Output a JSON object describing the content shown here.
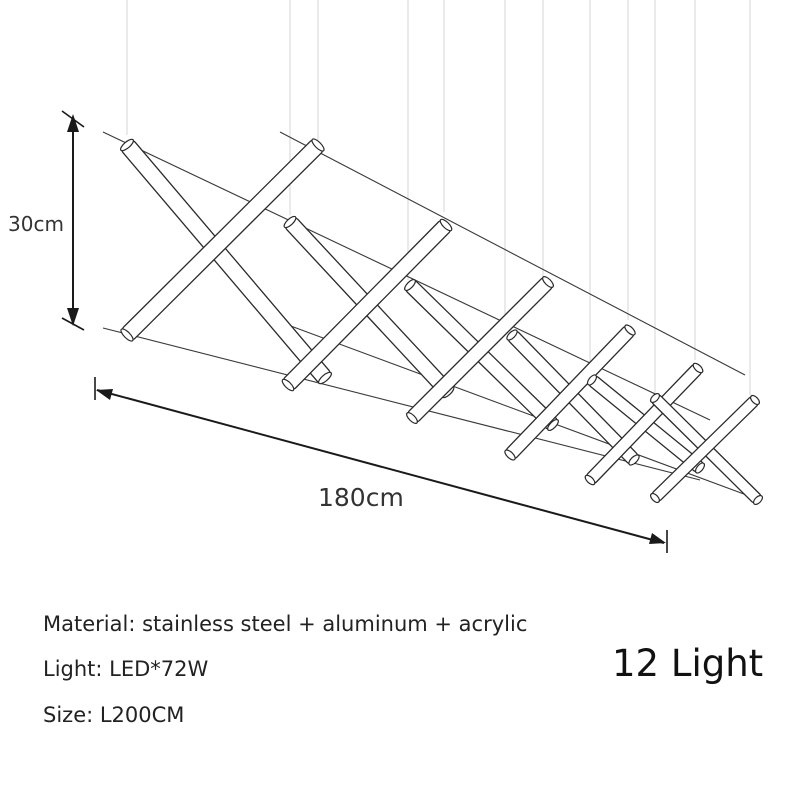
{
  "dimensions": {
    "height": "30cm",
    "width": "180cm"
  },
  "specs": {
    "material": "Material: stainless steel + aluminum + acrylic",
    "light": "Light: LED*72W",
    "size": "Size: L200CM"
  },
  "light_count": "12 Light",
  "colors": {
    "stroke": "#2a2a2a",
    "tube_fill": "#ffffff",
    "wire": "#cfcfcf",
    "text": "#222222"
  }
}
